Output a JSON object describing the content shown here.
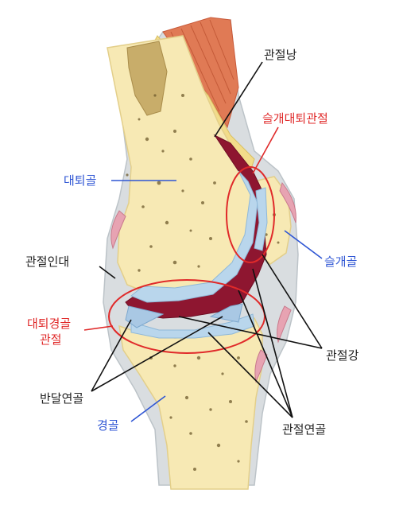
{
  "labels": {
    "joint_capsule": "관절낭",
    "patellofemoral_joint": "슬개대퇴관절",
    "femur": "대퇴골",
    "patella": "슬개골",
    "cruciate_ligament": "관절인대",
    "tibiofemoral_joint_line1": "대퇴경골",
    "tibiofemoral_joint_line2": "관절",
    "joint_cavity": "관절강",
    "meniscus": "반달연골",
    "tibia": "경골",
    "articular_cartilage": "관절연골"
  },
  "colors": {
    "black_label": "#222222",
    "red_label": "#e02a2a",
    "blue_label": "#2f56d4",
    "bone": "#f7e9b4",
    "cavity": "#8e1630",
    "cartilage": "#b9d6ec",
    "muscle": "#e07a55",
    "marrow": "#c8ad6a"
  }
}
